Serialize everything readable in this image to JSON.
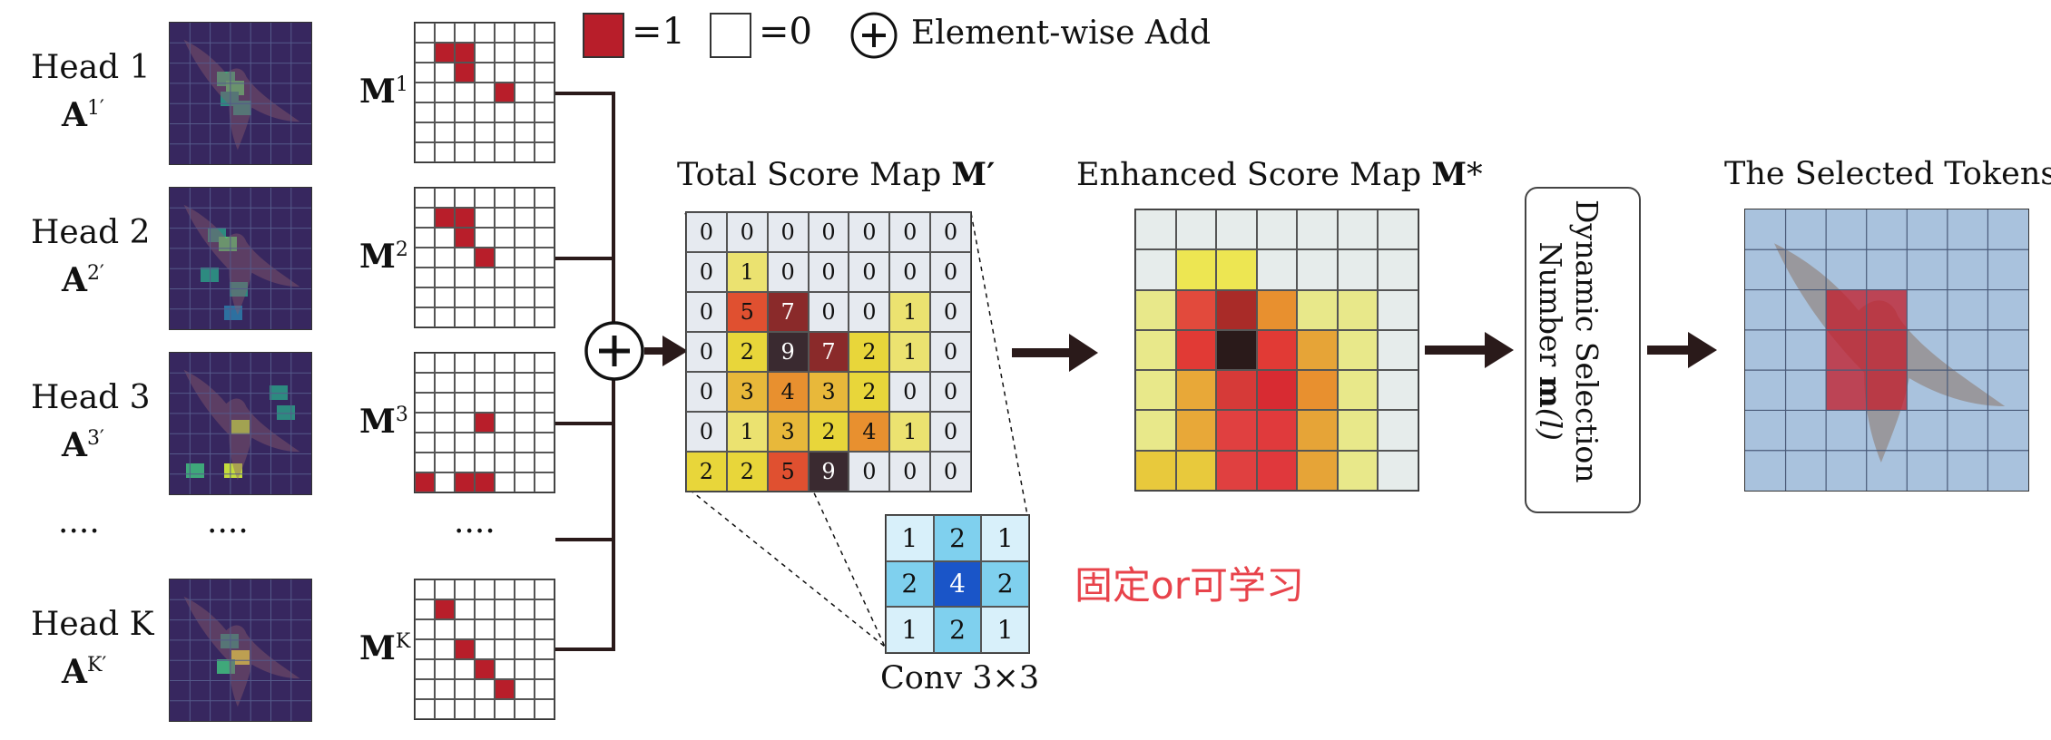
{
  "legend": {
    "one_label": "=1",
    "zero_label": "=0",
    "add_label": "Element-wise Add",
    "on_color": "#b81e2a",
    "off_color": "#ffffff"
  },
  "heads": [
    {
      "label": "Head 1",
      "attn_base": "A",
      "attn_sup": "1′",
      "mask_base": "M",
      "mask_sup": "1",
      "mask_cells": [
        [
          1,
          1
        ],
        [
          1,
          2
        ],
        [
          2,
          2
        ],
        [
          3,
          4
        ]
      ]
    },
    {
      "label": "Head 2",
      "attn_base": "A",
      "attn_sup": "2′",
      "mask_base": "M",
      "mask_sup": "2",
      "mask_cells": [
        [
          1,
          1
        ],
        [
          1,
          2
        ],
        [
          2,
          2
        ],
        [
          3,
          3
        ]
      ]
    },
    {
      "label": "Head 3",
      "attn_base": "A",
      "attn_sup": "3′",
      "mask_base": "M",
      "mask_sup": "3",
      "mask_cells": [
        [
          3,
          3
        ],
        [
          6,
          0
        ],
        [
          6,
          2
        ],
        [
          6,
          3
        ]
      ]
    },
    {
      "label": "Head K",
      "attn_base": "A",
      "attn_sup": "K′",
      "mask_base": "M",
      "mask_sup": "K",
      "mask_cells": [
        [
          1,
          1
        ],
        [
          3,
          2
        ],
        [
          4,
          3
        ],
        [
          5,
          4
        ]
      ]
    }
  ],
  "ellipsis": "····",
  "total_map": {
    "title_text": "Total Score Map ",
    "title_bold": "M′",
    "values": [
      [
        0,
        0,
        0,
        0,
        0,
        0,
        0
      ],
      [
        0,
        1,
        0,
        0,
        0,
        0,
        0
      ],
      [
        0,
        5,
        7,
        0,
        0,
        1,
        0
      ],
      [
        0,
        2,
        9,
        7,
        2,
        1,
        0
      ],
      [
        0,
        3,
        4,
        3,
        2,
        0,
        0
      ],
      [
        0,
        1,
        3,
        2,
        4,
        1,
        0
      ],
      [
        2,
        2,
        5,
        9,
        0,
        0,
        0
      ]
    ]
  },
  "kernel": {
    "label": "Conv 3×3",
    "values": [
      [
        1,
        2,
        1
      ],
      [
        2,
        4,
        2
      ],
      [
        1,
        2,
        1
      ]
    ],
    "annotation": "固定or可学习"
  },
  "enhanced_map": {
    "title_text": "Enhanced Score Map ",
    "title_bold": "M",
    "title_star": "*",
    "colors": [
      [
        "#e6eceb",
        "#e6eceb",
        "#e6eceb",
        "#e6eceb",
        "#e6eceb",
        "#e6eceb",
        "#e6eceb"
      ],
      [
        "#e6eceb",
        "#ede652",
        "#ede652",
        "#e6eceb",
        "#e6eceb",
        "#e6eceb",
        "#e6eceb"
      ],
      [
        "#e8e88a",
        "#e24a3c",
        "#a92b28",
        "#e8902f",
        "#e8e88a",
        "#e8e88a",
        "#e6eceb"
      ],
      [
        "#e8e88a",
        "#e13a35",
        "#2a1a1a",
        "#e13a35",
        "#e6a437",
        "#e8e88a",
        "#e6eceb"
      ],
      [
        "#e8e88a",
        "#e8a838",
        "#d63a38",
        "#d82b32",
        "#e8902f",
        "#e8e88a",
        "#e6eceb"
      ],
      [
        "#e8e88a",
        "#e8a838",
        "#e04040",
        "#e03a3c",
        "#e6a437",
        "#e8e88a",
        "#e6eceb"
      ],
      [
        "#e8c93c",
        "#e8c93c",
        "#e04040",
        "#e0383c",
        "#e6a437",
        "#e8e88a",
        "#e6eceb"
      ]
    ]
  },
  "selector": {
    "line1": "Dynamic Selection",
    "line2": "Number ",
    "line2_bold": "m",
    "line2_tail": "(l)"
  },
  "selected": {
    "title": "The Selected Tokens",
    "selected_cells": [
      [
        2,
        2
      ],
      [
        3,
        2
      ],
      [
        3,
        3
      ],
      [
        4,
        3
      ],
      [
        2,
        3
      ],
      [
        4,
        2
      ]
    ]
  }
}
